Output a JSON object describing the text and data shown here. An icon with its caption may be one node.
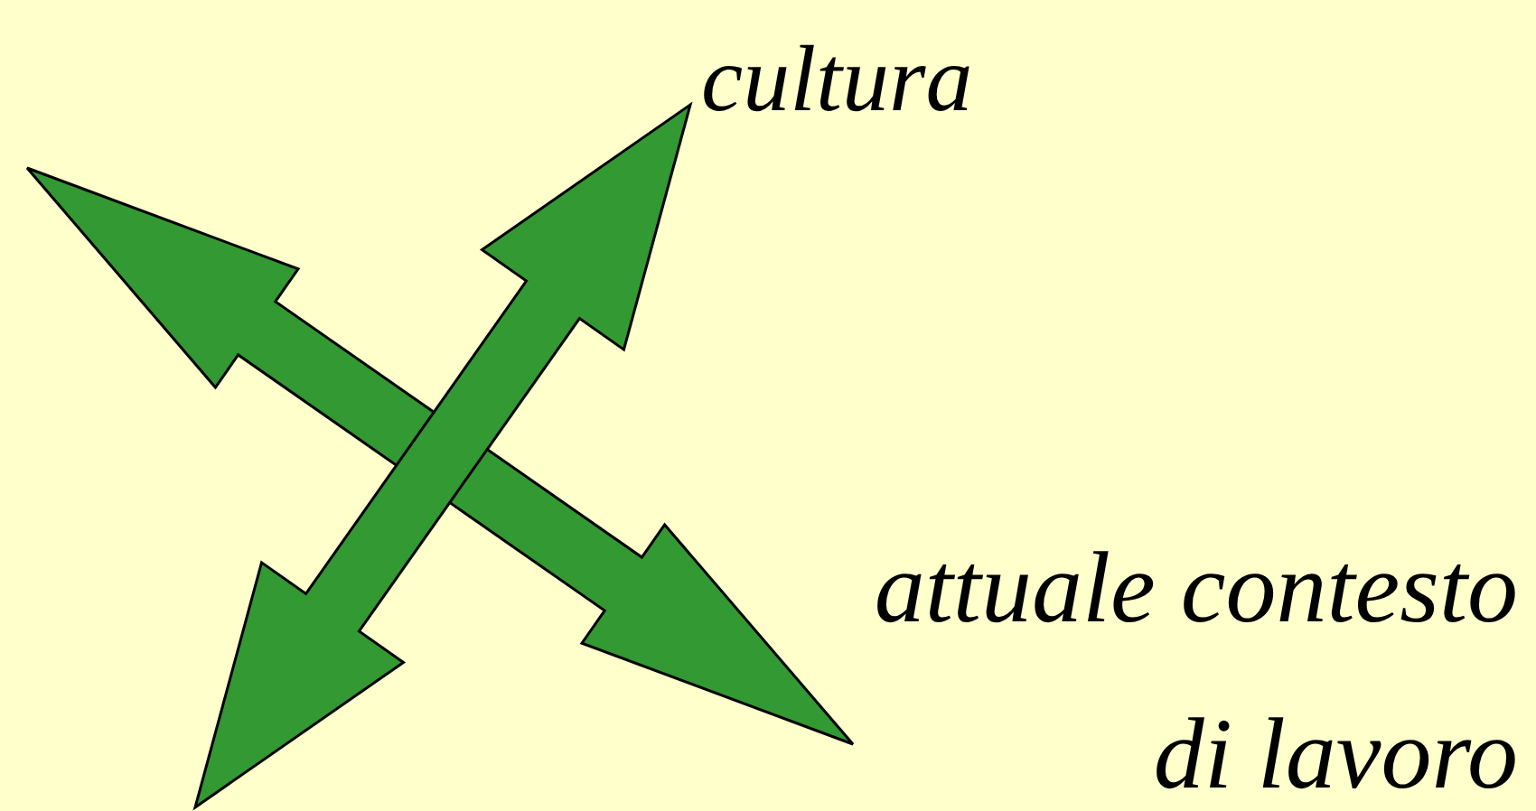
{
  "diagram": {
    "nodes": [
      {
        "text": [
          "cultura"
        ]
      },
      {
        "text": [
          "attuale contesto di lavoro"
        ]
      }
    ],
    "edges": [
      {
        "from": null,
        "to": 1,
        "arrow": "both"
      },
      {
        "from": null,
        "to": 0,
        "arrow": "both"
      }
    ]
  }
}
